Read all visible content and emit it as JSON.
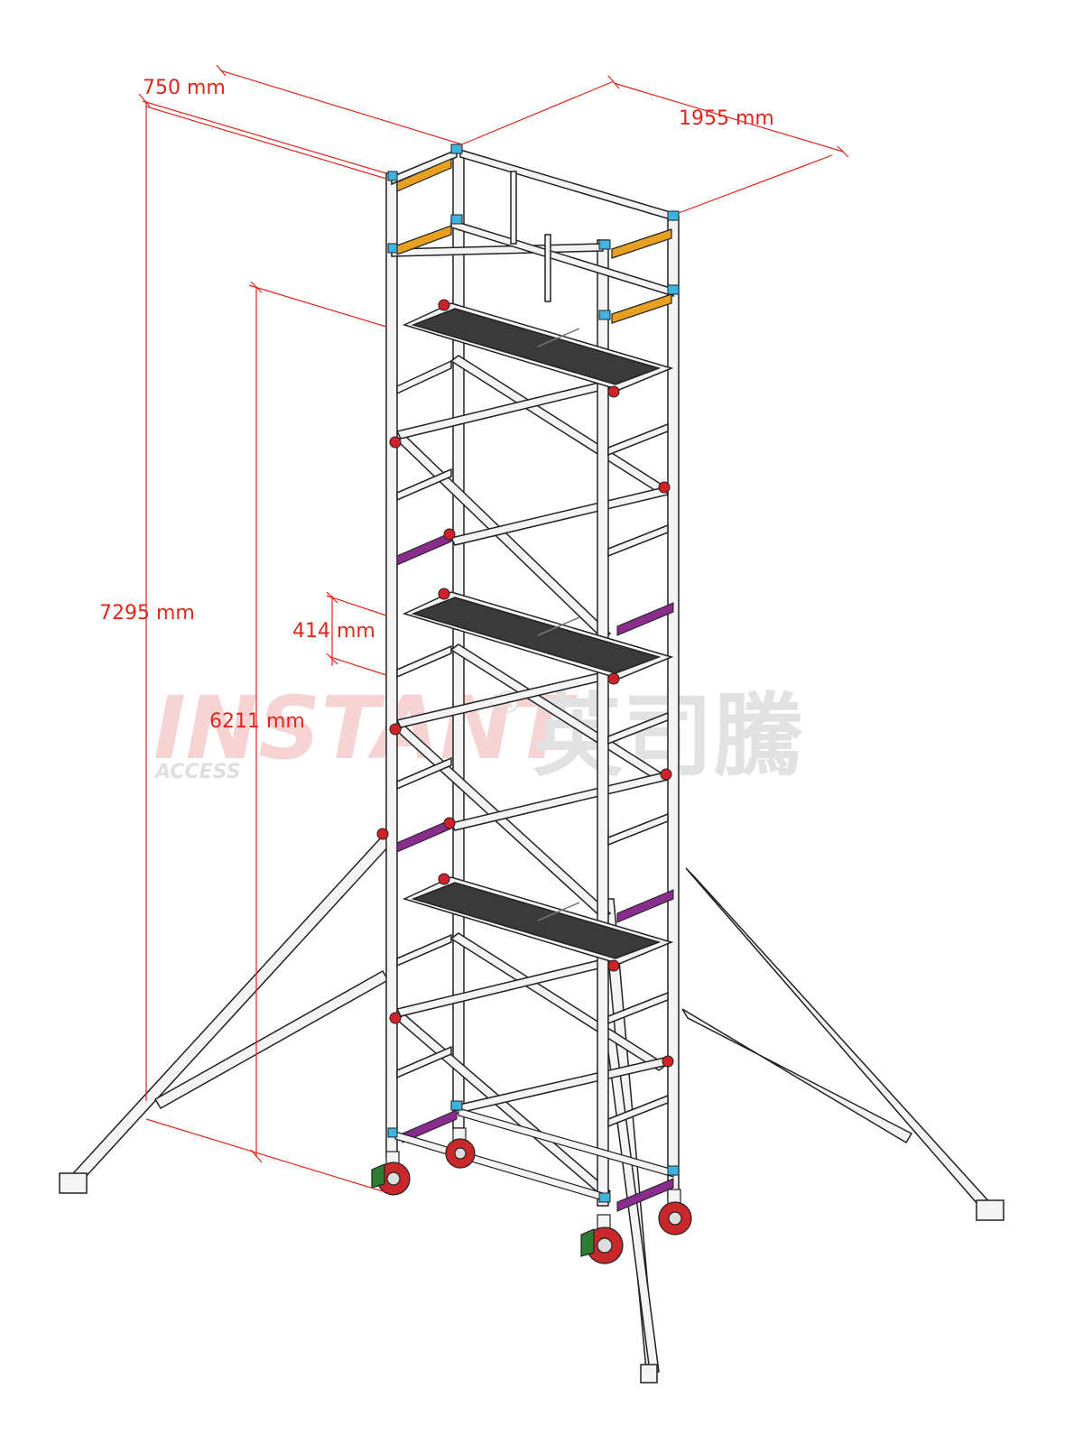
{
  "dimensions": {
    "depth": "750 mm",
    "length": "1955 mm",
    "total_height": "7295 mm",
    "platform_height": "6211 mm",
    "rung_spacing": "414 mm"
  },
  "watermark": {
    "brand": "INSTANT",
    "sub": "ACCESS",
    "registered": "®",
    "chinese": "英司騰"
  },
  "colors": {
    "dimension": "#e1261c",
    "frame": "#f4f4f4",
    "outline": "#222222",
    "platform": "#3a3a3a",
    "toeboard": "#e8a020",
    "purple_brace": "#8a2b8e",
    "coupler_red": "#d0202a",
    "coupler_blue": "#3fb3e0",
    "wheel": "#c8282a"
  }
}
